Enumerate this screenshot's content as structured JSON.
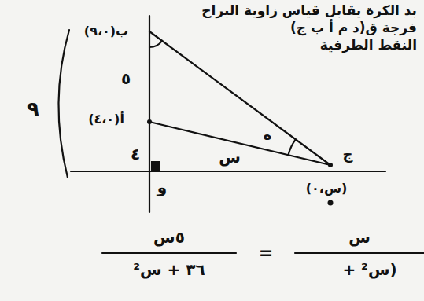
{
  "diagram": {
    "labels": [
      "بد الكرة يقابل قياس زاوية البراح",
      "فرجة ق(د م أ ب ج)",
      "النقط الطرفية",
      "(٩،٠)ب",
      "٥",
      "(٤،٠)أ",
      "٤",
      "٩",
      "و",
      "س",
      "ج",
      "(س،٠)",
      "ه",
      "٥س",
      "٣٦ + س²",
      "=",
      "س",
      "(س² +"
    ]
  }
}
